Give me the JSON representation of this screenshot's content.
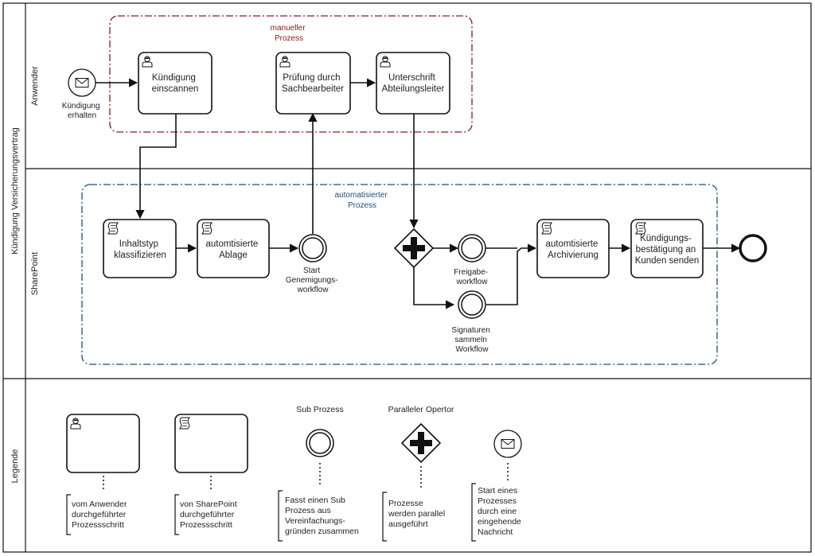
{
  "pool": {
    "title": "Kündigung Versicherungsvertrag"
  },
  "lanes": {
    "anwender": "Anwender",
    "sharepoint": "SharePoint",
    "legende": "Legende"
  },
  "groups": {
    "manual": [
      "manueller",
      "Prozess"
    ],
    "auto": [
      "automatisierter",
      "Prozess"
    ]
  },
  "events": {
    "start_message": [
      "Kündigung",
      "erhalten"
    ],
    "start_approval": [
      "Start",
      "Genemigungs-",
      "workflow"
    ],
    "release": [
      "Freigabe-",
      "workflow"
    ],
    "signatures": [
      "Signaturen",
      "sammeln",
      "Workflow"
    ]
  },
  "tasks": {
    "scan": [
      "Kündigung",
      "einscannen"
    ],
    "review": [
      "Prüfung durch",
      "Sachbearbeiter"
    ],
    "sign": [
      "Unterschrift",
      "Abteilungsleiter"
    ],
    "classify": [
      "Inhaltstyp",
      "klassifizieren"
    ],
    "store": [
      "automtisierte",
      "Ablage"
    ],
    "archive": [
      "automtisierte",
      "Archivierung"
    ],
    "confirm": [
      "Kündigungs-",
      "bestätigung an",
      "Kunden senden"
    ]
  },
  "legend": {
    "user_task": [
      "vom Anwender",
      "durchgeführter",
      "Prozessschritt"
    ],
    "sp_task": [
      "von SharePoint",
      "durchgeführter",
      "Prozessschritt"
    ],
    "subprocess_title": "Sub Prozess",
    "subprocess": [
      "Fasst einen Sub",
      "Prozess aus",
      "Vereinfachungs-",
      "gründen zusammen"
    ],
    "parallel_title": "Paralleler Opertor",
    "parallel": [
      "Prozesse",
      "werden parallel",
      "ausgeführt"
    ],
    "message": [
      "Start eines",
      "Prozesses",
      "durch eine",
      "eingehende",
      "Nachricht"
    ]
  },
  "colors": {
    "manual_group": "#8b1a1a",
    "auto_group": "#1f4e79",
    "stroke": "#111111"
  },
  "icons": {
    "user_task": "user-icon",
    "sp_task": "script-icon",
    "message": "envelope-icon",
    "gateway": "plus-icon"
  }
}
